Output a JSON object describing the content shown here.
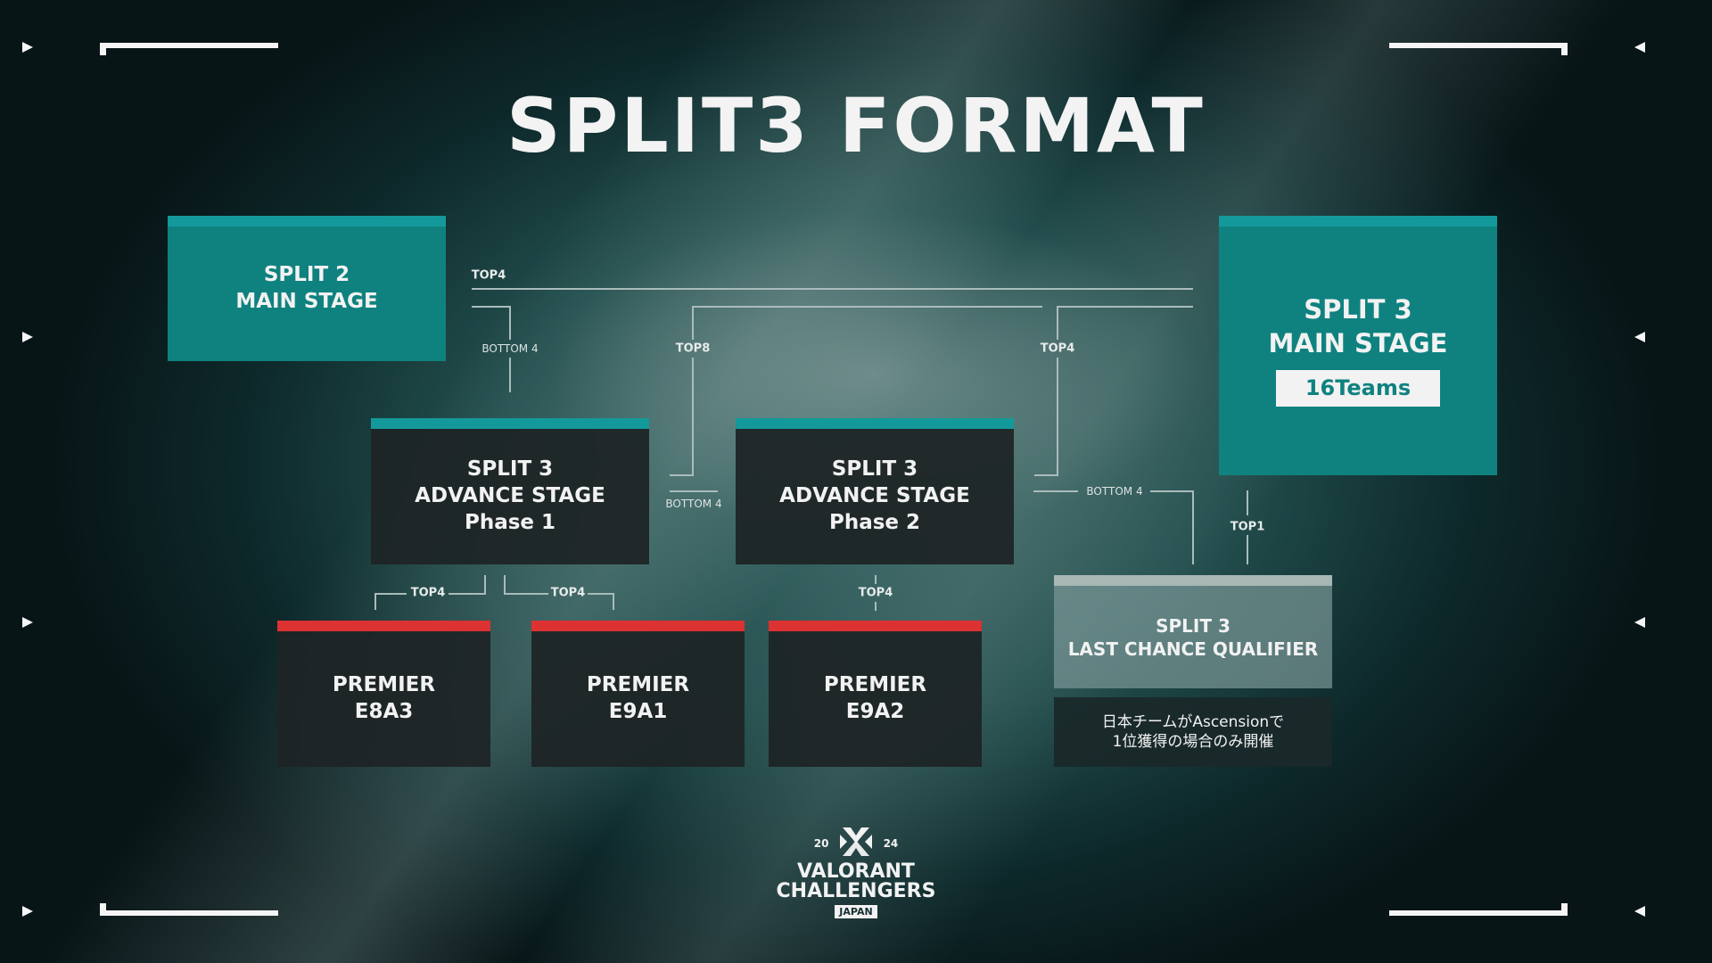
{
  "title": "SPLIT3 FORMAT",
  "colors": {
    "teal": "#0f8280",
    "teal_band": "#14999a",
    "red_band": "#dc3232",
    "dark_box": "#1e2425",
    "grey_box": "#78968f",
    "text": "#f2f2f2"
  },
  "boxes": {
    "split2_main": {
      "line1": "SPLIT 2",
      "line2": "MAIN STAGE"
    },
    "split3_main": {
      "line1": "SPLIT 3",
      "line2": "MAIN STAGE",
      "badge": "16Teams"
    },
    "advance_p1": {
      "line1": "SPLIT 3",
      "line2": "ADVANCE STAGE",
      "line3": "Phase 1"
    },
    "advance_p2": {
      "line1": "SPLIT 3",
      "line2": "ADVANCE STAGE",
      "line3": "Phase 2"
    },
    "premier_e8a3": {
      "line1": "PREMIER",
      "line2": "E8A3"
    },
    "premier_e9a1": {
      "line1": "PREMIER",
      "line2": "E9A1"
    },
    "premier_e9a2": {
      "line1": "PREMIER",
      "line2": "E9A2"
    },
    "lcq": {
      "line1": "SPLIT 3",
      "line2": "LAST CHANCE QUALIFIER"
    },
    "lcq_note": {
      "line1": "日本チームがAscensionで",
      "line2": "1位獲得の場合のみ開催"
    }
  },
  "connectors": {
    "split2_top4": "TOP4",
    "split2_bottom4": "BOTTOM 4",
    "p1_top8": "TOP8",
    "p2_top4": "TOP4",
    "p1_bottom4": "BOTTOM 4",
    "p2_bottom4": "BOTTOM 4",
    "lcq_top1": "TOP1",
    "e8a3_top4": "TOP4",
    "e9a1_top4": "TOP4",
    "e9a2_top4": "TOP4"
  },
  "logo": {
    "year_left": "20",
    "year_right": "24",
    "line1": "VALORANT",
    "line2": "CHALLENGERS",
    "region": "JAPAN",
    "icon": "vct-challengers-icon"
  },
  "decor": {
    "arrow_icon": "triangle-arrow-icon",
    "corner_icon": "corner-bracket-icon"
  }
}
